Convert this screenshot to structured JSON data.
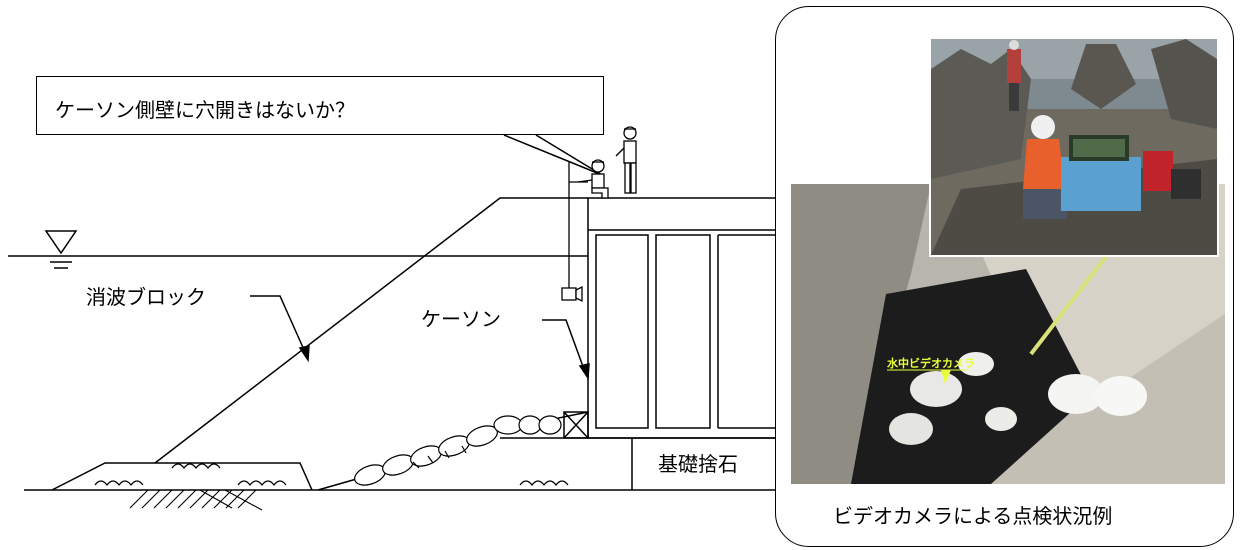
{
  "callout": {
    "text": "ケーソン側壁に穴開きはないか？"
  },
  "labels": {
    "wave_block": "消波ブロック",
    "caisson": "ケーソン",
    "foundation_rubble": "基礎捨石"
  },
  "photo_panel": {
    "caption": "ビデオカメラによる点検状況例",
    "underwater_camera_label": "水中ビデオカメラ"
  },
  "colors": {
    "line": "#000000",
    "panel_border": "#000000",
    "callout_label_yellow": "#e8ff3a",
    "life_vest_orange": "#e8602c",
    "sea_gray": "#7f8a90",
    "concrete_gray": "#b9b6ad"
  }
}
